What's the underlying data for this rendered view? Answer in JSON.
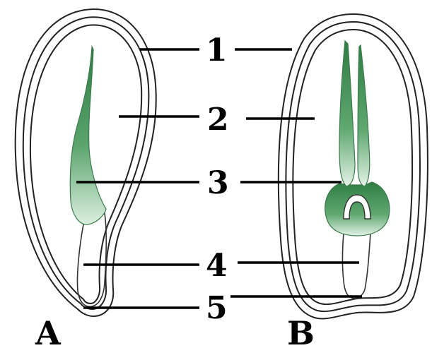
{
  "diagram": {
    "figure_a_label": "A",
    "figure_b_label": "B",
    "part_numbers": [
      "1",
      "2",
      "3",
      "4",
      "5"
    ]
  },
  "colors": {
    "embryo_green": "#3f8f52",
    "embryo_light": "#d6ead9",
    "outline": "#222222",
    "leader": "#000000"
  }
}
